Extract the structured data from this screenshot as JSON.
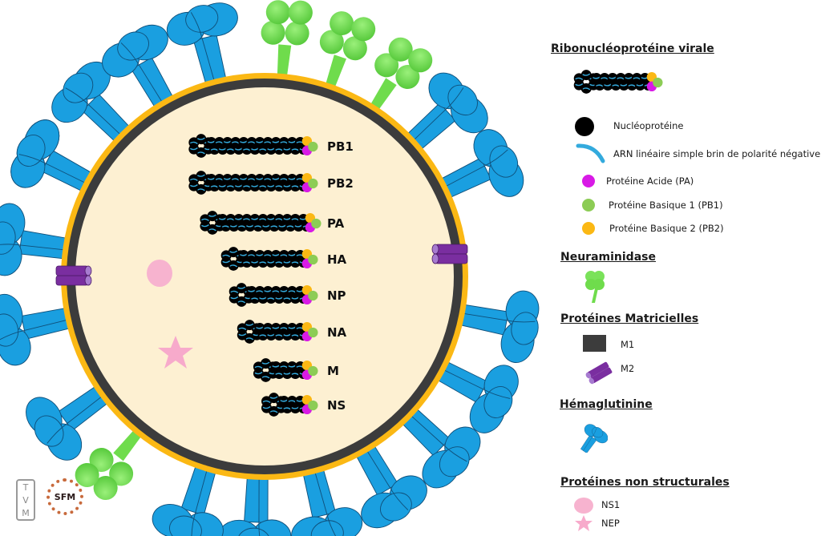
{
  "diagram": {
    "colors": {
      "interior": "#fdf0d2",
      "matrix_m1": "#3c3c3c",
      "envelope": "#fbb814",
      "hemagglutinin": "#1a9fe0",
      "hemagglutinin_outline": "#0f4f7a",
      "neuraminidase": "#6fdc4c",
      "m2": "#7a2ea0",
      "m2_light": "#a77bd0",
      "nucleoprotein": "#000000",
      "rna": "#33aadd",
      "pa": "#d81ae6",
      "pb1": "#8ccc55",
      "pb2": "#fbb814",
      "ns1": "#f7b3cf",
      "nep": "#f7aacb"
    },
    "segments": [
      {
        "name": "PB1",
        "beads": 12
      },
      {
        "name": "PB2",
        "beads": 12
      },
      {
        "name": "PA",
        "beads": 11
      },
      {
        "name": "HA",
        "beads": 8
      },
      {
        "name": "NP",
        "beads": 7
      },
      {
        "name": "NA",
        "beads": 6
      },
      {
        "name": "M",
        "beads": 4
      },
      {
        "name": "NS",
        "beads": 3
      }
    ]
  },
  "legend": {
    "rnp": {
      "heading": "Ribonucléoprotéine virale",
      "items": [
        {
          "icon": "nucleoprotein-icon",
          "label": "Nucléoprotéine"
        },
        {
          "icon": "rna-icon",
          "label": "ARN linéaire simple brin de polarité négative"
        },
        {
          "icon": "pa-icon",
          "label": "Protéine Acide (PA)"
        },
        {
          "icon": "pb1-icon",
          "label": "Protéine Basique 1 (PB1)"
        },
        {
          "icon": "pb2-icon",
          "label": "Protéine Basique 2 (PB2)"
        }
      ]
    },
    "neuraminidase": {
      "heading": "Neuraminidase"
    },
    "matrix": {
      "heading": "Protéines Matricielles",
      "items": [
        {
          "icon": "m1-icon",
          "label": "M1"
        },
        {
          "icon": "m2-icon",
          "label": "M2"
        }
      ]
    },
    "hemagglutinin": {
      "heading": "Hémaglutinine"
    },
    "nonstructural": {
      "heading": "Protéines non structurales",
      "items": [
        {
          "icon": "ns1-icon",
          "label": "NS1"
        },
        {
          "icon": "nep-icon",
          "label": "NEP"
        }
      ]
    }
  },
  "logos": {
    "tvm": [
      "T",
      "V",
      "M"
    ],
    "sfm": "SFM"
  }
}
